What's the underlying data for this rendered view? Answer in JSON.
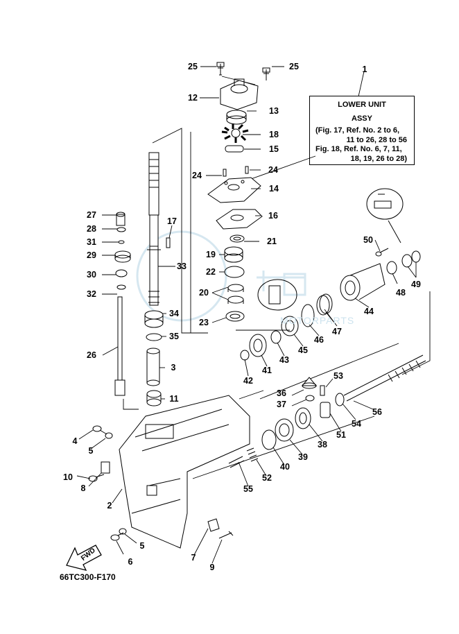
{
  "callouts": [
    {
      "id": "25a",
      "label": "25"
    },
    {
      "id": "25b",
      "label": "25"
    },
    {
      "id": "12",
      "label": "12"
    },
    {
      "id": "13",
      "label": "13"
    },
    {
      "id": "18",
      "label": "18"
    },
    {
      "id": "15",
      "label": "15"
    },
    {
      "id": "24a",
      "label": "24"
    },
    {
      "id": "24b",
      "label": "24"
    },
    {
      "id": "14",
      "label": "14"
    },
    {
      "id": "16",
      "label": "16"
    },
    {
      "id": "1",
      "label": "1"
    },
    {
      "id": "17",
      "label": "17"
    },
    {
      "id": "27",
      "label": "27"
    },
    {
      "id": "28",
      "label": "28"
    },
    {
      "id": "31",
      "label": "31"
    },
    {
      "id": "29",
      "label": "29"
    },
    {
      "id": "30",
      "label": "30"
    },
    {
      "id": "32",
      "label": "32"
    },
    {
      "id": "19",
      "label": "19"
    },
    {
      "id": "21",
      "label": "21"
    },
    {
      "id": "22",
      "label": "22"
    },
    {
      "id": "33",
      "label": "33"
    },
    {
      "id": "20",
      "label": "20"
    },
    {
      "id": "34",
      "label": "34"
    },
    {
      "id": "23",
      "label": "23"
    },
    {
      "id": "35",
      "label": "35"
    },
    {
      "id": "26",
      "label": "26"
    },
    {
      "id": "3",
      "label": "3"
    },
    {
      "id": "11",
      "label": "11"
    },
    {
      "id": "50",
      "label": "50"
    },
    {
      "id": "48",
      "label": "48"
    },
    {
      "id": "49",
      "label": "49"
    },
    {
      "id": "44",
      "label": "44"
    },
    {
      "id": "47",
      "label": "47"
    },
    {
      "id": "46",
      "label": "46"
    },
    {
      "id": "45",
      "label": "45"
    },
    {
      "id": "43",
      "label": "43"
    },
    {
      "id": "41",
      "label": "41"
    },
    {
      "id": "42",
      "label": "42"
    },
    {
      "id": "53",
      "label": "53"
    },
    {
      "id": "36",
      "label": "36"
    },
    {
      "id": "37",
      "label": "37"
    },
    {
      "id": "56",
      "label": "56"
    },
    {
      "id": "54",
      "label": "54"
    },
    {
      "id": "51",
      "label": "51"
    },
    {
      "id": "38",
      "label": "38"
    },
    {
      "id": "39",
      "label": "39"
    },
    {
      "id": "40",
      "label": "40"
    },
    {
      "id": "52",
      "label": "52"
    },
    {
      "id": "55",
      "label": "55"
    },
    {
      "id": "4",
      "label": "4"
    },
    {
      "id": "5a",
      "label": "5"
    },
    {
      "id": "10",
      "label": "10"
    },
    {
      "id": "8",
      "label": "8"
    },
    {
      "id": "2",
      "label": "2"
    },
    {
      "id": "5b",
      "label": "5"
    },
    {
      "id": "6",
      "label": "6"
    },
    {
      "id": "7",
      "label": "7"
    },
    {
      "id": "9",
      "label": "9"
    }
  ],
  "info_box": {
    "line1": "LOWER UNIT",
    "line2": "ASSY",
    "line3": "(Fig. 17, Ref. No. 2 to 6,",
    "line4": "11 to 26, 28 to 56",
    "line5": "Fig. 18, Ref. No. 6, 7, 11,",
    "line6": "18, 19, 26 to 28)"
  },
  "direction_label": "FWD",
  "drawing_code": "66TC300-F170",
  "watermark": "MOTORPARTS"
}
